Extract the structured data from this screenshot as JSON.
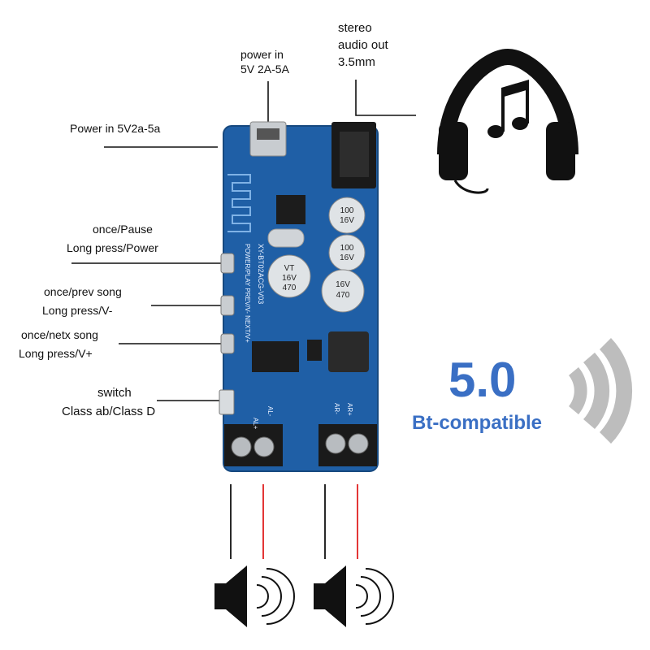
{
  "labels": {
    "power_in_top": [
      "power in",
      "5V 2A-5A"
    ],
    "stereo_out": [
      "stereo",
      "audio out",
      "3.5mm"
    ],
    "power_in_left": "Power in   5V2a-5a",
    "pause": [
      "once/Pause",
      "Long press/Power"
    ],
    "prev": [
      "once/prev song",
      "Long press/V-"
    ],
    "next": [
      "once/netx song",
      "Long press/V+"
    ],
    "switch": [
      "switch",
      "Class ab/Class D"
    ]
  },
  "badge": {
    "version": "5.0",
    "subtitle": "Bt-compatible"
  },
  "board_print": {
    "cap_100": [
      "100",
      "16V"
    ],
    "cap_470": [
      "470",
      "16V",
      "VT"
    ],
    "model": "XY-BT02ACG-V03",
    "button_row": "POWER/PLAY  PREV/V-  NEXT/V+",
    "terminals": [
      "AL+",
      "AL-",
      "AR-",
      "AR+"
    ]
  },
  "colors": {
    "brand": "#3a6fc4",
    "board": "#1f5fa6",
    "speaker_red": "#e02020"
  },
  "icons": [
    "headphones-music-icon",
    "wireless-signal-icon",
    "speaker-icon",
    "speaker-icon"
  ]
}
